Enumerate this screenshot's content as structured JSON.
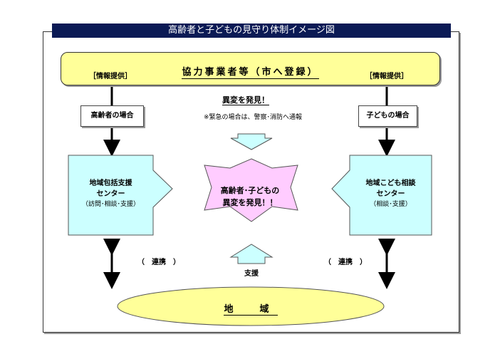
{
  "title": "高齢者と子どもの見守り体制イメージ図",
  "banner": {
    "text": "協力事業者等（市へ登録）"
  },
  "info_label_left": "［情報提供］",
  "info_label_right": "［情報提供］",
  "case_left": "高齢者の場合",
  "case_right": "子どもの場合",
  "center": {
    "heading": "異変を発見！",
    "note": "※緊急の場合は、警察･消防へ通報"
  },
  "left_center": {
    "line1": "地域包括支援",
    "line2": "センター",
    "sub": "（訪問･相談･支援）"
  },
  "right_center": {
    "line1": "地域こども相談",
    "line2": "センター",
    "sub": "（相談･支援）"
  },
  "star": {
    "line1": "高齢者･子どもの",
    "line2": "異変を発見！！"
  },
  "renkei_left": "（　連携　）",
  "renkei_right": "（　連携　）",
  "support_label": "支援",
  "region_label": "地　域",
  "colors": {
    "title_bg": "#0b1a55",
    "banner_fill": "#ffff99",
    "center_box_fill": "#ccffff",
    "star_fill": "#ffccff",
    "arrow_fill": "#ccffff",
    "ellipse_fill": "#ffff99"
  }
}
